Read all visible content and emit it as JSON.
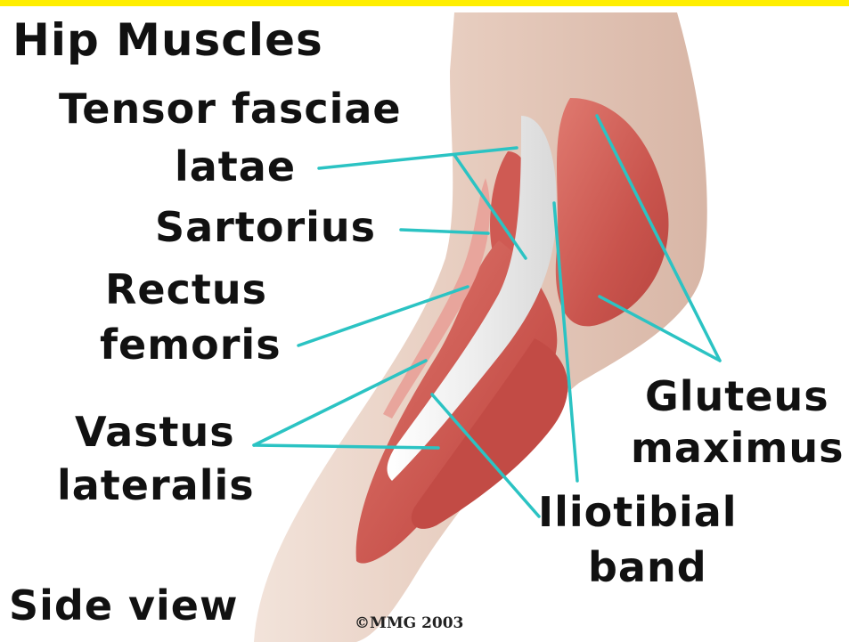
{
  "title": "Hip Muscles",
  "view_label": "Side view",
  "copyright": "©MMG 2003",
  "labels": {
    "tensor_line1": "Tensor fasciae",
    "tensor_line2": "latae",
    "sartorius": "Sartorius",
    "rectus_line1": "Rectus",
    "rectus_line2": "femoris",
    "vastus_line1": "Vastus",
    "vastus_line2": "lateralis",
    "gluteus_line1": "Gluteus",
    "gluteus_line2": "maximus",
    "iliotibial_line1": "Iliotibial",
    "iliotibial_line2": "band"
  },
  "colors": {
    "top_bar": "#ffee00",
    "leader_lines": "#2bc3c3",
    "muscle": "#d4625a",
    "band": "#f2f2f2",
    "skin": "#e9d2c6"
  }
}
